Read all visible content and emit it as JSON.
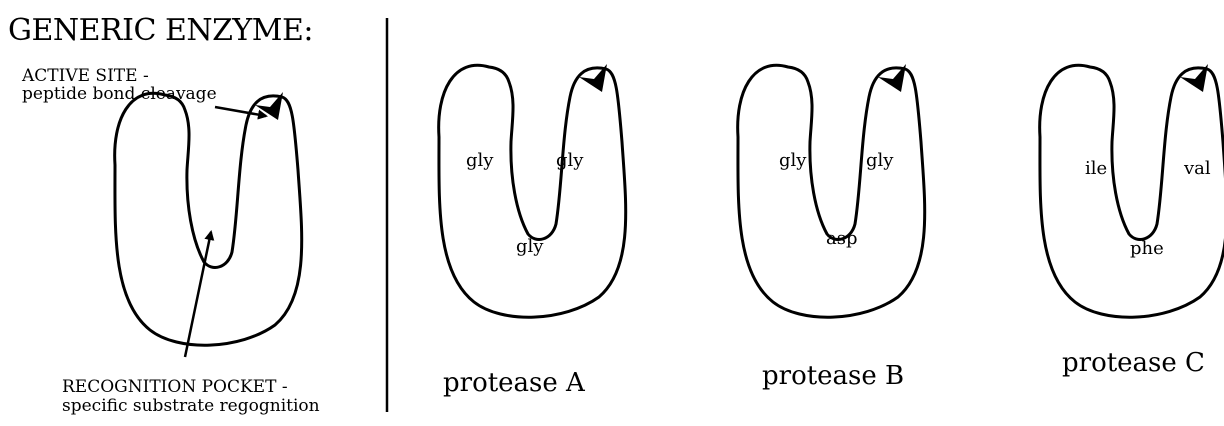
{
  "generic": {
    "title": "GENERIC ENZYME:",
    "active_site_line1": "ACTIVE SITE -",
    "active_site_line2": "peptide bond cleavage",
    "pocket_line1": "RECOGNITION POCKET -",
    "pocket_line2": "specific substrate regognition"
  },
  "proteases": [
    {
      "name": "protease A",
      "left_residue": "gly",
      "right_residue": "gly",
      "bottom_residue": "gly"
    },
    {
      "name": "protease B",
      "left_residue": "gly",
      "right_residue": "gly",
      "bottom_residue": "asp"
    },
    {
      "name": "protease C",
      "left_residue": "ile",
      "right_residue": "val",
      "bottom_residue": "phe"
    }
  ]
}
